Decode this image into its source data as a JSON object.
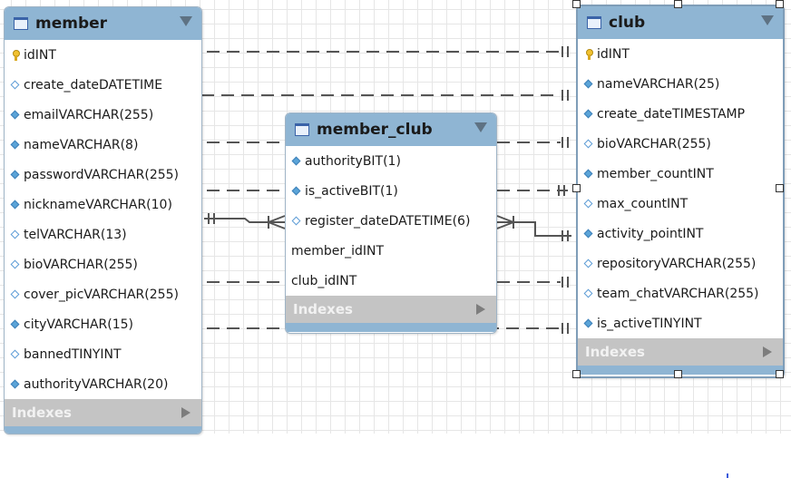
{
  "tables": {
    "member": {
      "name": "member",
      "columns": [
        {
          "name": "id",
          "type": "INT",
          "icon": "primary-key-icon"
        },
        {
          "name": "create_date",
          "type": "DATETIME",
          "icon": "nullable-column-icon"
        },
        {
          "name": "email",
          "type": "VARCHAR(255)",
          "icon": "column-icon"
        },
        {
          "name": "name",
          "type": "VARCHAR(8)",
          "icon": "column-icon"
        },
        {
          "name": "password",
          "type": "VARCHAR(255)",
          "icon": "column-icon"
        },
        {
          "name": "nickname",
          "type": "VARCHAR(10)",
          "icon": "column-icon"
        },
        {
          "name": "tel",
          "type": "VARCHAR(13)",
          "icon": "nullable-column-icon"
        },
        {
          "name": "bio",
          "type": "VARCHAR(255)",
          "icon": "nullable-column-icon"
        },
        {
          "name": "cover_pic",
          "type": "VARCHAR(255)",
          "icon": "nullable-column-icon"
        },
        {
          "name": "city",
          "type": "VARCHAR(15)",
          "icon": "column-icon"
        },
        {
          "name": "banned",
          "type": "TINYINT",
          "icon": "nullable-column-icon"
        },
        {
          "name": "authority",
          "type": "VARCHAR(20)",
          "icon": "column-icon"
        }
      ],
      "indexes_label": "Indexes"
    },
    "member_club": {
      "name": "member_club",
      "columns": [
        {
          "name": "authority",
          "type": "BIT(1)",
          "icon": "column-icon"
        },
        {
          "name": "is_active",
          "type": "BIT(1)",
          "icon": "column-icon"
        },
        {
          "name": "register_date",
          "type": "DATETIME(6)",
          "icon": "nullable-column-icon"
        },
        {
          "name": "member_id",
          "type": "INT",
          "icon": ""
        },
        {
          "name": "club_id",
          "type": "INT",
          "icon": ""
        }
      ],
      "indexes_label": "Indexes"
    },
    "club": {
      "name": "club",
      "columns": [
        {
          "name": "id",
          "type": "INT",
          "icon": "primary-key-icon"
        },
        {
          "name": "name",
          "type": "VARCHAR(25)",
          "icon": "column-icon"
        },
        {
          "name": "create_date",
          "type": "TIMESTAMP",
          "icon": "column-icon"
        },
        {
          "name": "bio",
          "type": "VARCHAR(255)",
          "icon": "nullable-column-icon"
        },
        {
          "name": "member_count",
          "type": "INT",
          "icon": "column-icon"
        },
        {
          "name": "max_count",
          "type": "INT",
          "icon": "nullable-column-icon"
        },
        {
          "name": "activity_point",
          "type": "INT",
          "icon": "column-icon"
        },
        {
          "name": "repository",
          "type": "VARCHAR(255)",
          "icon": "nullable-column-icon"
        },
        {
          "name": "team_chat",
          "type": "VARCHAR(255)",
          "icon": "nullable-column-icon"
        },
        {
          "name": "is_active",
          "type": "TINYINT",
          "icon": "column-icon"
        }
      ],
      "indexes_label": "Indexes"
    }
  },
  "colors": {
    "header": "#8fb5d3",
    "indexes_bar": "#c4c4c4",
    "relationship_line": "#555555",
    "grid": "#e6e6e6"
  }
}
